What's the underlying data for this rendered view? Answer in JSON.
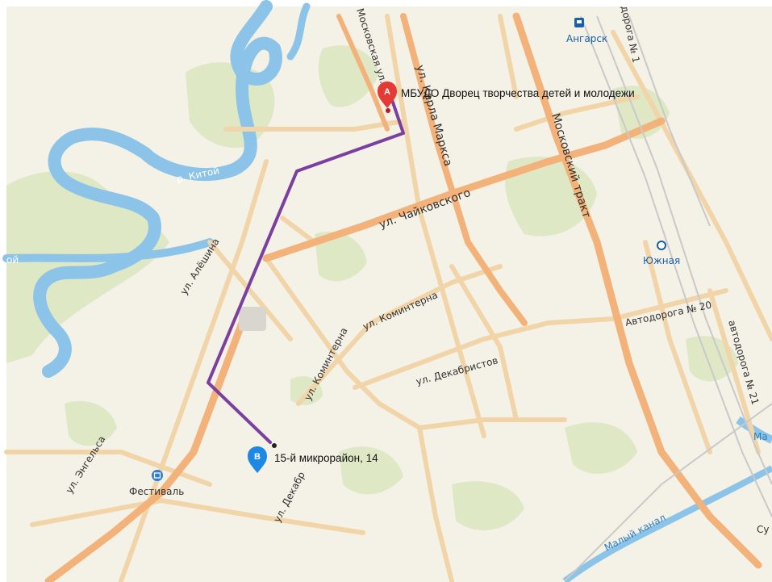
{
  "route": {
    "start": {
      "marker": "A",
      "label": "МБУДО Дворец творчества детей и молодежи",
      "color": "#e53935"
    },
    "end": {
      "marker": "B",
      "label": "15-й микрорайон, 14",
      "color": "#1e88e5"
    },
    "line_color": "#7b3fa0"
  },
  "water": {
    "river": "р. Китой",
    "river_edge": "ой",
    "canal": "Малый канал",
    "right_edge": "Ма"
  },
  "streets": {
    "moskovskaya": "Московская ул.",
    "marksa": "ул. Карла Маркса",
    "trakt": "Московский тракт",
    "tchaikovsky": "ул. Чайковского",
    "aleshina": "ул. Алёшина",
    "komintern1": "ул. Коминтерна",
    "komintern2": "ул. Коминтерна",
    "dekabristov": "ул. Декабристов",
    "dekabristov2": "ул. Декабр",
    "engelsa": "ул. Энгельса",
    "avtodoroga20": "Автодорога № 20",
    "avtodoroga21": "автодорога № 21",
    "doroga1": "дорога № 1",
    "edge_right": "Су"
  },
  "places": {
    "angarsk": "Ангарск",
    "yuzhnaya": "Южная",
    "festival": "Фестиваль"
  },
  "colors": {
    "land": "#f4f1e6",
    "park": "#dfe8c5",
    "water": "#8cc3e8",
    "road_major": "#f3b27a",
    "road_minor": "#f1d5a8"
  }
}
